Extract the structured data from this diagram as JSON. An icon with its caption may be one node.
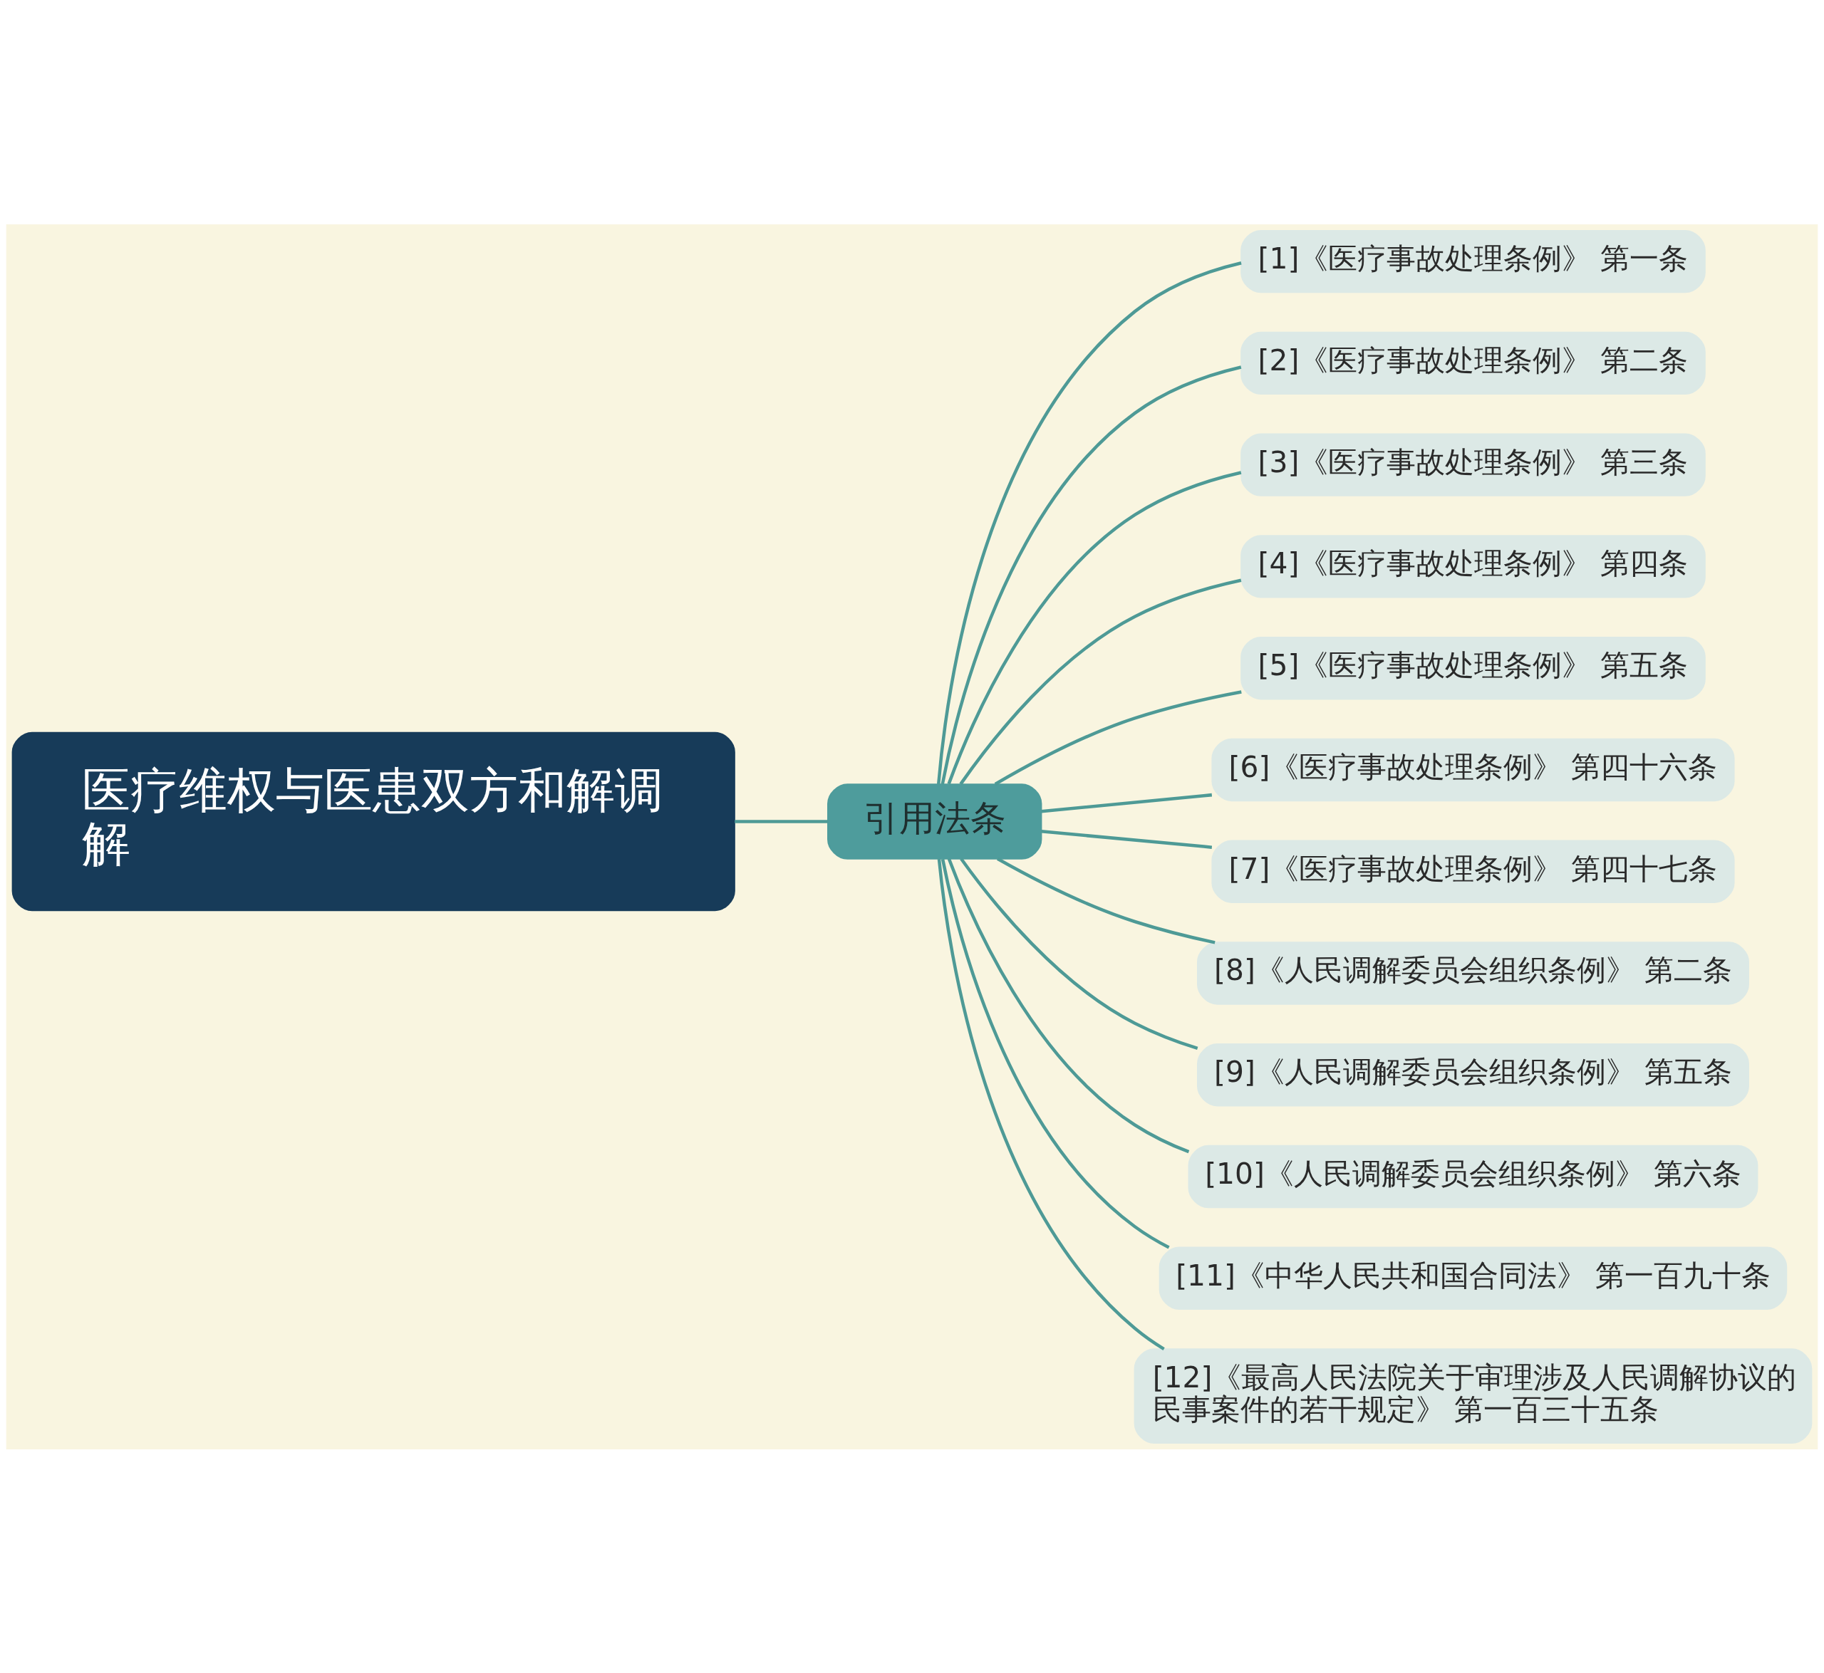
{
  "diagram": {
    "nodes": [
      {
        "text": [
          "医疗维权与医患双方和解调解"
        ]
      },
      {
        "text": [
          "引用法条"
        ]
      },
      {
        "text": [
          "[1]《医疗事故处理条例》 第一条"
        ]
      },
      {
        "text": [
          "[2]《医疗事故处理条例》 第二条"
        ]
      },
      {
        "text": [
          "[3]《医疗事故处理条例》 第三条"
        ]
      },
      {
        "text": [
          "[4]《医疗事故处理条例》 第四条"
        ]
      },
      {
        "text": [
          "[5]《医疗事故处理条例》 第五条"
        ]
      },
      {
        "text": [
          "[6]《医疗事故处理条例》 第四十六条"
        ]
      },
      {
        "text": [
          "[7]《医疗事故处理条例》 第四十七条"
        ]
      },
      {
        "text": [
          "[8]《人民调解委员会组织条例》 第二条"
        ]
      },
      {
        "text": [
          "[9]《人民调解委员会组织条例》 第五条"
        ]
      },
      {
        "text": [
          "[10]《人民调解委员会组织条例》 第六条"
        ]
      },
      {
        "text": [
          "[11]《中华人民共和国合同法》 第一百九十条"
        ]
      },
      {
        "text": [
          "[12]《最高人民法院关于审理涉及人民调解协议的民事案件的若干规定》 第一百三十五条"
        ]
      }
    ],
    "edges": [
      {
        "from": 0,
        "to": 1,
        "arrow": "none"
      },
      {
        "from": 1,
        "to": 2,
        "arrow": "none"
      },
      {
        "from": 1,
        "to": 3,
        "arrow": "none"
      },
      {
        "from": 1,
        "to": 4,
        "arrow": "none"
      },
      {
        "from": 1,
        "to": 5,
        "arrow": "none"
      },
      {
        "from": 1,
        "to": 6,
        "arrow": "none"
      },
      {
        "from": 1,
        "to": 7,
        "arrow": "none"
      },
      {
        "from": 1,
        "to": 8,
        "arrow": "none"
      },
      {
        "from": 1,
        "to": 9,
        "arrow": "none"
      },
      {
        "from": 1,
        "to": 10,
        "arrow": "none"
      },
      {
        "from": 1,
        "to": 11,
        "arrow": "none"
      },
      {
        "from": 1,
        "to": 12,
        "arrow": "none"
      },
      {
        "from": 1,
        "to": 13,
        "arrow": "none"
      }
    ]
  }
}
